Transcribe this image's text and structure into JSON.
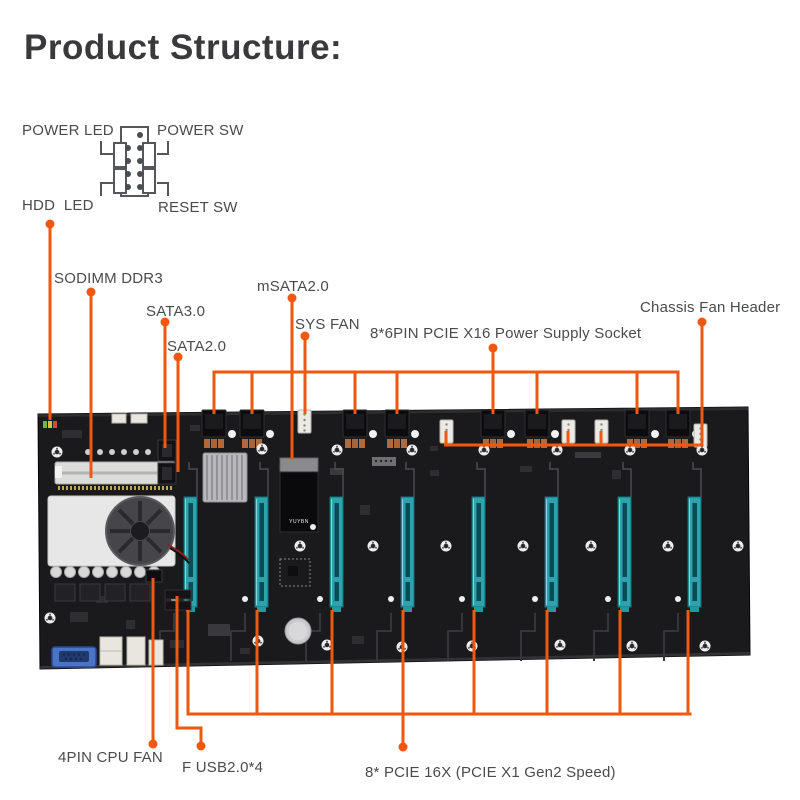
{
  "title": "Product Structure:",
  "front_panel": {
    "power_led": "POWER LED",
    "power_sw": "POWER SW",
    "hdd_led": "HDD  LED",
    "reset_sw": "RESET SW"
  },
  "callouts": {
    "sodimm": "SODIMM DDR3",
    "sata3": "SATA3.0",
    "sata2": "SATA2.0",
    "msata": "mSATA2.0",
    "sys_fan": "SYS FAN",
    "power_socket": "8*6PIN PCIE X16 Power Supply Socket",
    "chassis_fan": "Chassis Fan Header",
    "cpu_fan": "4PIN CPU FAN",
    "f_usb": "F USB2.0*4",
    "pcie": "8* PCIE 16X (PCIE X1 Gen2 Speed)"
  },
  "board_text": {
    "msata_module": "YUYBN"
  },
  "colors": {
    "accent_orange": "#F0570F",
    "label_gray": "#4A4B4D",
    "title_gray": "#3A3A3C",
    "slot_teal": "#2BA4AE",
    "pcb_black": "#1A1A1C"
  }
}
